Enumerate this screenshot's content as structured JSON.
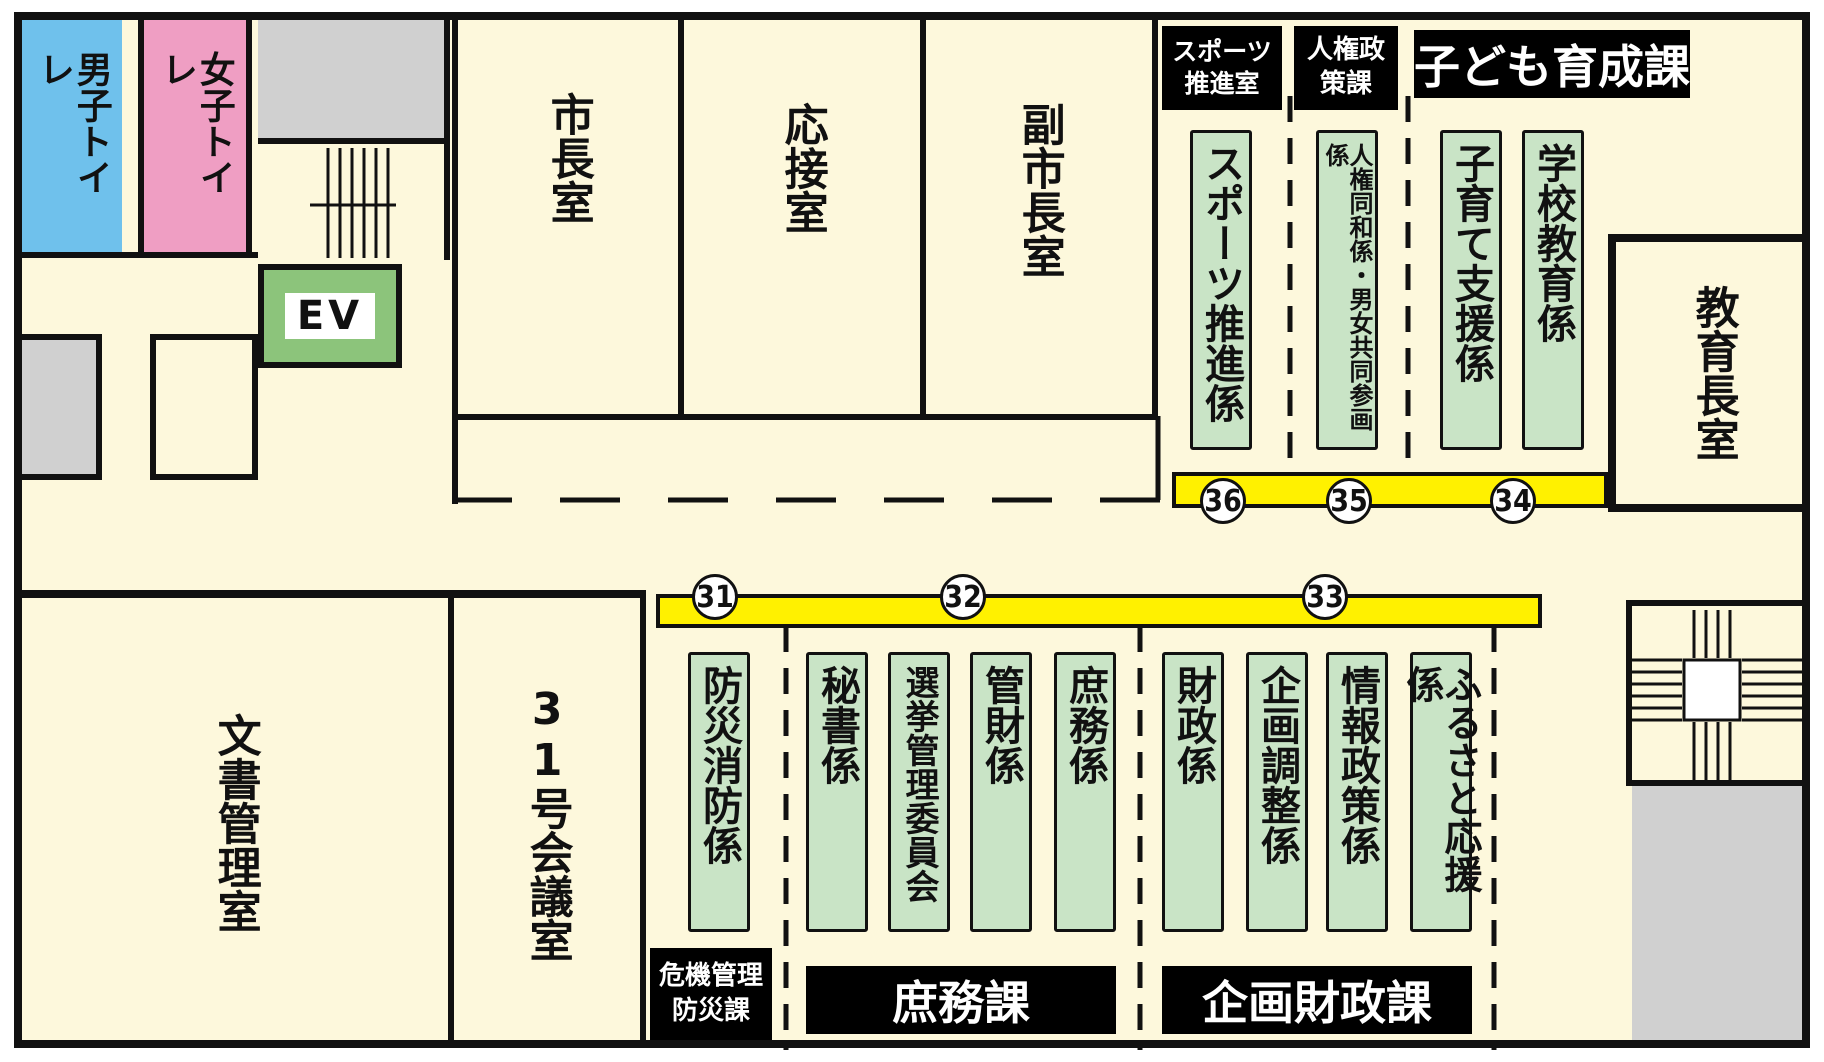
{
  "colors": {
    "floor": "#fdf8dc",
    "wall": "#111111",
    "mens_restroom": "#6fc1ec",
    "womens_restroom": "#ef9ec3",
    "elevator": "#8cc47b",
    "desk": "#c9e4c6",
    "counter": "#fff100",
    "gray_area": "#d0d0d0"
  },
  "restrooms": {
    "mens": "男子トイレ",
    "womens": "女子トイレ"
  },
  "elevator": "EV",
  "rooms": {
    "mayor": "市長室",
    "reception": "応接室",
    "vice_mayor": "副市長室",
    "education_superintendent": "教育長室",
    "document_management": "文書管理室",
    "meeting_room_31": "31号会議室"
  },
  "departments": {
    "sports": "スポーツ推進室",
    "human_rights": "人権政策課",
    "children": "子ども育成課",
    "crisis": "危機管理防災課",
    "general_affairs": "庶務課",
    "planning_finance": "企画財政課"
  },
  "desks": {
    "sports_promotion": "スポーツ推進係",
    "human_rights_equality": "人権同和係・男女共同参画係",
    "childcare_support": "子育て支援係",
    "school_education": "学校教育係",
    "disaster_fire": "防災消防係",
    "secretary": "秘書係",
    "election": "選挙管理委員会",
    "property": "管財係",
    "general": "庶務係",
    "finance": "財政係",
    "planning": "企画調整係",
    "information": "情報政策係",
    "hometown": "ふるさと応援係"
  },
  "counters": {
    "c31": "31",
    "c32": "32",
    "c33": "33",
    "c34": "34",
    "c35": "35",
    "c36": "36"
  }
}
